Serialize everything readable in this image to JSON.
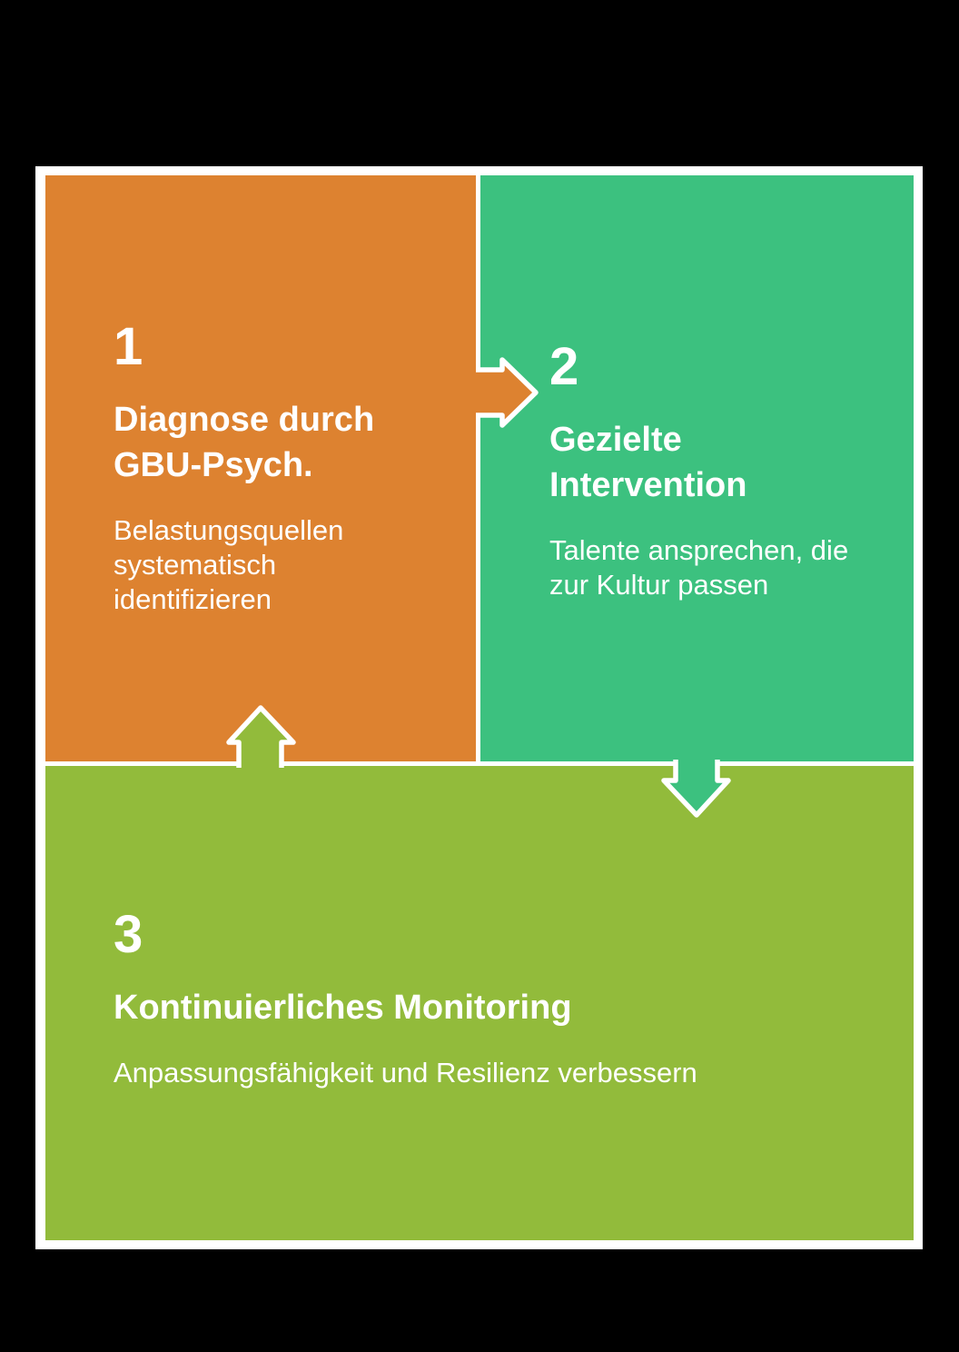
{
  "colors": {
    "background": "#000000",
    "panel": "#ffffff",
    "step1": "#dd8230",
    "step2": "#3cc17f",
    "step3": "#92bb3b",
    "text": "#ffffff"
  },
  "diagram": {
    "steps": [
      {
        "number": "1",
        "title": "Diagnose durch\nGBU-Psych.",
        "description": "Belastungsquellen\nsystematisch\nidentifizieren"
      },
      {
        "number": "2",
        "title": "Gezielte\nIntervention",
        "description": "Talente ansprechen, die\nzur Kultur passen"
      },
      {
        "number": "3",
        "title": "Kontinuierliches Monitoring",
        "description": "Anpassungsfähigkeit und Resilienz verbessern"
      }
    ],
    "arrows": [
      {
        "name": "step1-to-step2",
        "direction": "right"
      },
      {
        "name": "step2-to-step3",
        "direction": "down"
      },
      {
        "name": "step3-to-step1",
        "direction": "up"
      }
    ]
  }
}
